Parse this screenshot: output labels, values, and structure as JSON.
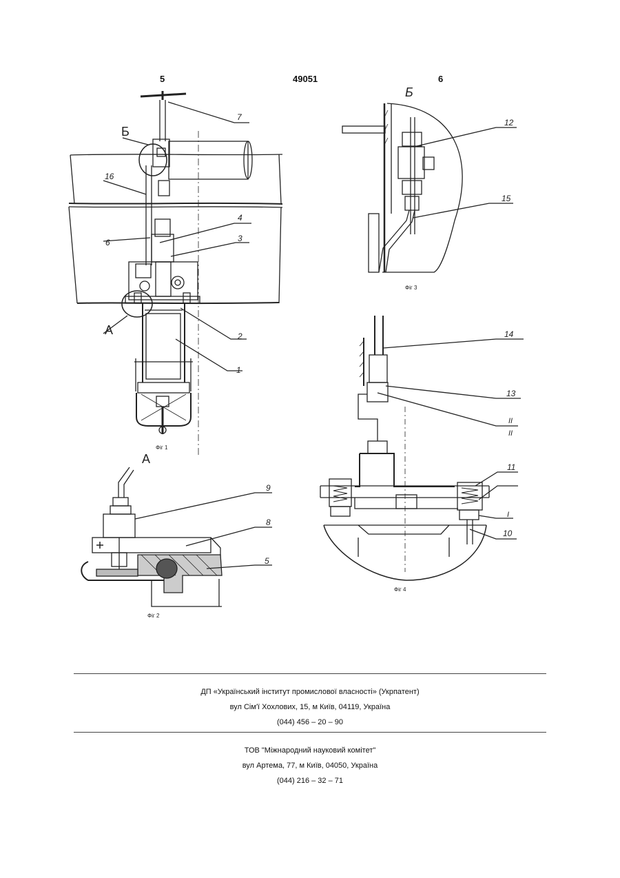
{
  "header": {
    "left_page": "5",
    "patent_number": "49051",
    "right_page": "6"
  },
  "figures": {
    "fig1": {
      "caption": "Фіг 1",
      "labels": {
        "l7": "7",
        "lB": "Б",
        "l16": "16",
        "l4": "4",
        "l6": "6",
        "l3": "3",
        "lA": "А",
        "l2": "2",
        "l1": "1"
      }
    },
    "fig2": {
      "caption": "Фіг 2",
      "view": "А",
      "labels": {
        "l9": "9",
        "l8": "8",
        "l5": "5"
      }
    },
    "fig3": {
      "caption": "Фіг 3",
      "view": "Б",
      "labels": {
        "l12": "12",
        "l15": "15"
      }
    },
    "fig4": {
      "caption": "Фіг 4",
      "labels": {
        "l14": "14",
        "l13": "13",
        "lII_a": "II",
        "lII_b": "II",
        "l11": "11",
        "lI": "I",
        "l10": "10"
      }
    }
  },
  "footer": {
    "org1": {
      "name": "ДП «Український інститут промислової власності» (Укрпатент)",
      "address": "вул  Сім'ї Хохлових, 15, м  Київ, 04119, Україна",
      "phone": "(044) 456 – 20 –  90"
    },
    "org2": {
      "name": "ТОВ \"Міжнародний науковий комітет\"",
      "address": "вул  Артема, 77, м  Київ, 04050, Україна",
      "phone": "(044) 216 – 32 – 71"
    }
  }
}
